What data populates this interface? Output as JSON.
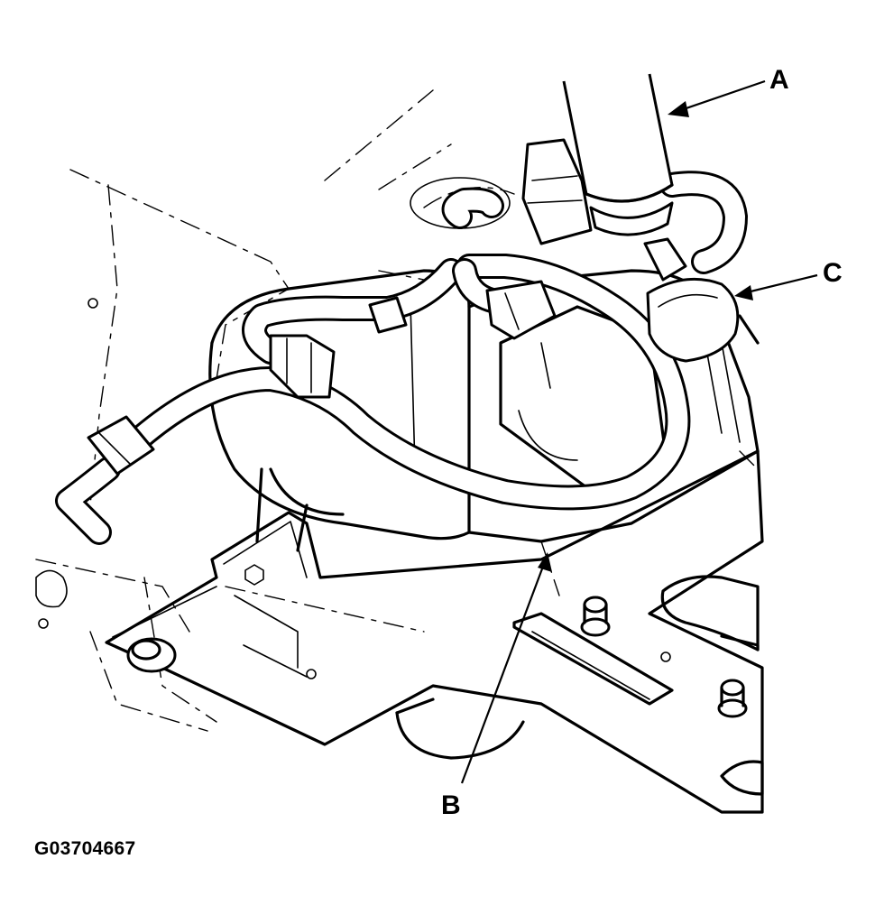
{
  "callouts": {
    "a": "A",
    "b": "B",
    "c": "C"
  },
  "figure_id": "G03704667"
}
